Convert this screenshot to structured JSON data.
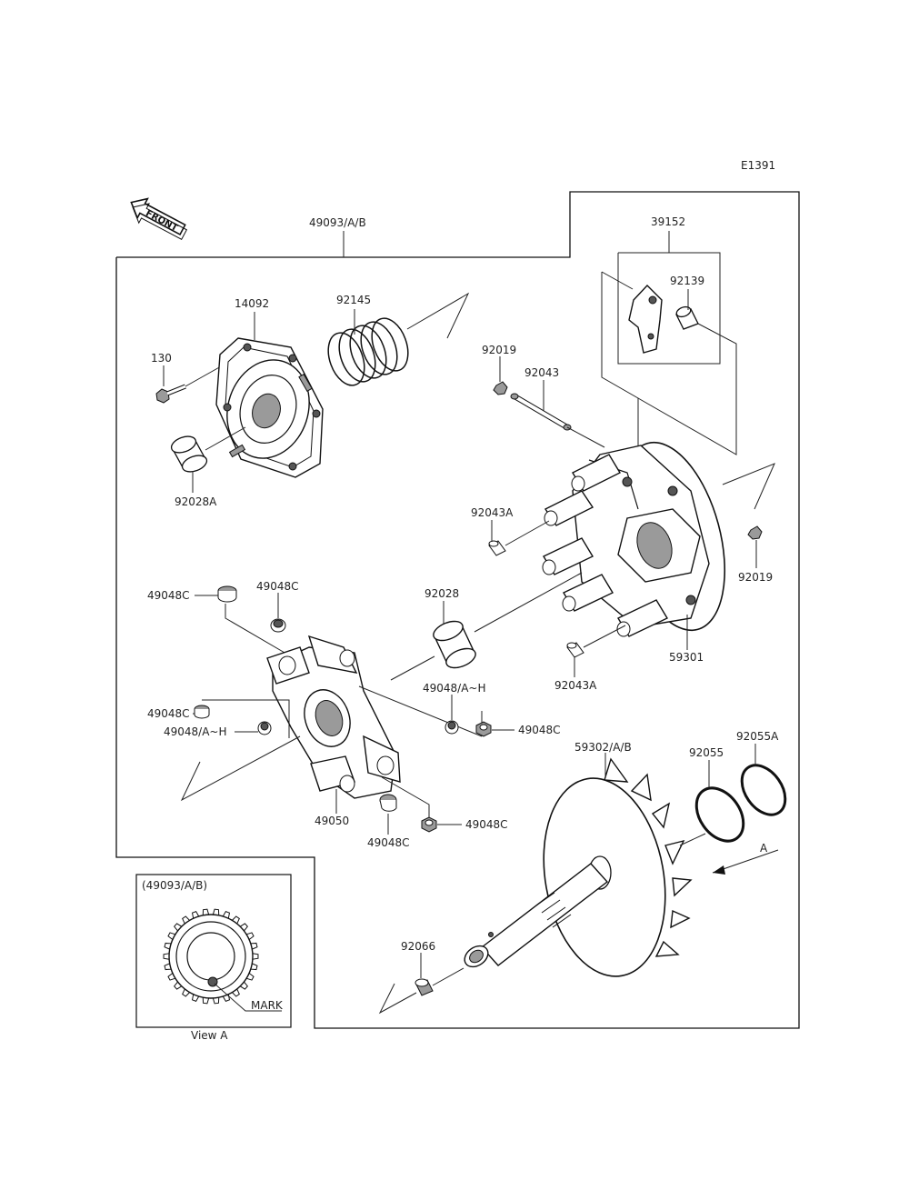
{
  "diagram_id": "E1391",
  "front_tag": "FRONT",
  "assembly_label": "49093/A/B",
  "labels": {
    "p130": "130",
    "p14092": "14092",
    "p92145": "92145",
    "p92028A": "92028A",
    "p92019_top": "92019",
    "p92043": "92043",
    "p39152": "39152",
    "p92139": "92139",
    "p92043A_top": "92043A",
    "p92019_right": "92019",
    "p59301": "59301",
    "p92043A_bottom": "92043A",
    "p49048C_1": "49048C",
    "p49048C_2": "49048C",
    "p92028": "92028",
    "p49048AH_1": "49048/A~H",
    "p49048C_3": "49048C",
    "p49048C_4": "49048C",
    "p49048AH_2": "49048/A~H",
    "p49050": "49050",
    "p49048C_5": "49048C",
    "p49048C_6": "49048C",
    "p59302": "59302/A/B",
    "p92055": "92055",
    "p92055A": "92055A",
    "p92066": "92066",
    "arrow_a": "A"
  },
  "inset": {
    "title": "(49093/A/B)",
    "mark": "MARK",
    "caption": "View A"
  },
  "colors": {
    "line": "#111111",
    "shade": "#9a9a9a",
    "background": "#ffffff"
  }
}
